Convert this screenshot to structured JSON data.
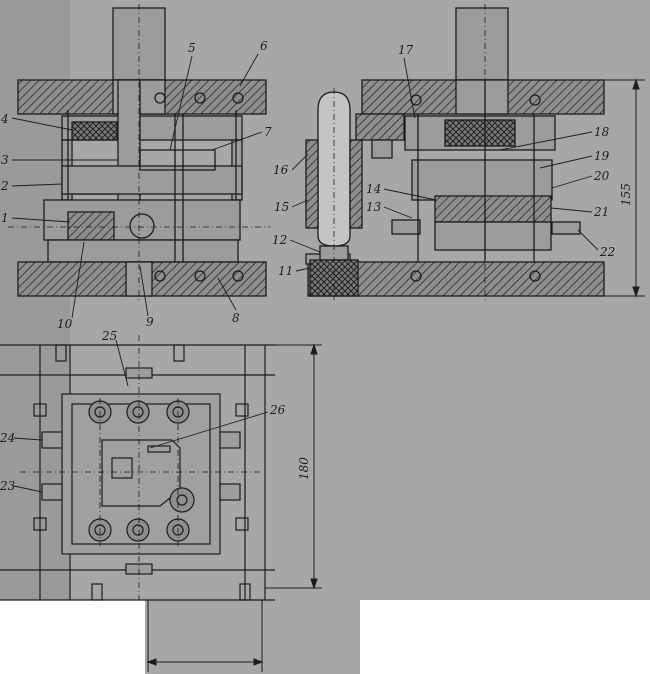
{
  "callouts": {
    "c1": "1",
    "c2": "2",
    "c3": "3",
    "c4": "4",
    "c5": "5",
    "c6": "6",
    "c7": "7",
    "c8": "8",
    "c9": "9",
    "c10": "10",
    "c11": "11",
    "c12": "12",
    "c13": "13",
    "c14": "14",
    "c15": "15",
    "c16": "16",
    "c17": "17",
    "c18": "18",
    "c19": "19",
    "c20": "20",
    "c21": "21",
    "c22": "22",
    "c23": "23",
    "c24": "24",
    "c25": "25",
    "c26": "26"
  },
  "dimensions": {
    "height": "155",
    "width": "180"
  },
  "colors": {
    "paper": "#a8a8a8",
    "ink": "#1c1c1c",
    "section_fill": "#8a8a8a",
    "hatch": "#2a2a2a"
  }
}
